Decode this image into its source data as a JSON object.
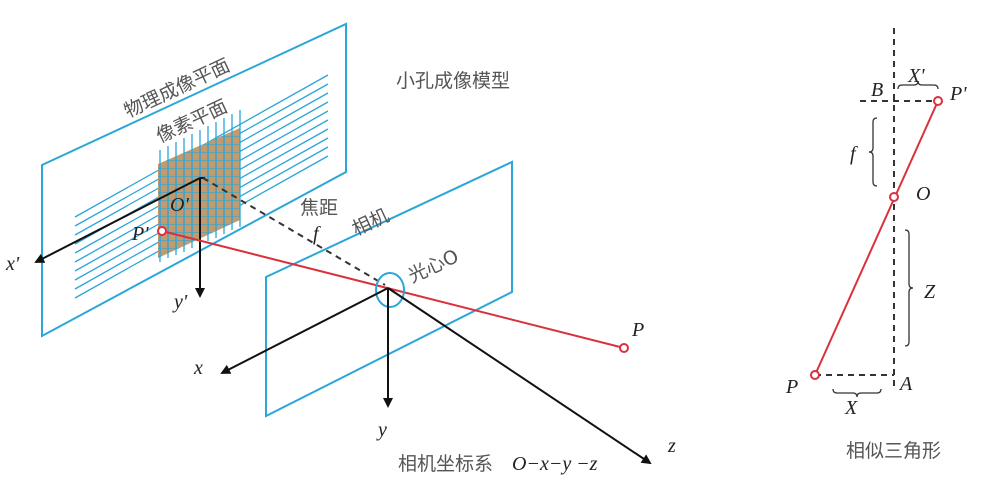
{
  "left_diagram": {
    "title": "小孔成像模型",
    "physical_plane_label": "物理成像平面",
    "pixel_plane_label": "像素平面",
    "focal_length_label": "焦距",
    "focal_symbol": "f",
    "camera_label": "相机",
    "optical_center_label": "光心O",
    "image_origin": "O'",
    "image_point": "P'",
    "world_point": "P",
    "image_axes": {
      "x": "x'",
      "y": "y'"
    },
    "camera_axes": {
      "x": "x",
      "y": "y",
      "z": "z"
    },
    "coord_system_label": "相机坐标系",
    "coord_system_formula": "O−x−y −z"
  },
  "right_diagram": {
    "title": "相似三角形",
    "points": {
      "B": "B",
      "P_prime": "P'",
      "O": "O",
      "A": "A",
      "P": "P"
    },
    "labels": {
      "X_prime": "X'",
      "f": "f",
      "Z": "Z",
      "X": "X"
    }
  },
  "colors": {
    "plane_blue": "#2aa6d9",
    "ray_red": "#d9313d",
    "pixel_fill": "#c49a6c",
    "axis_black": "#111111"
  }
}
